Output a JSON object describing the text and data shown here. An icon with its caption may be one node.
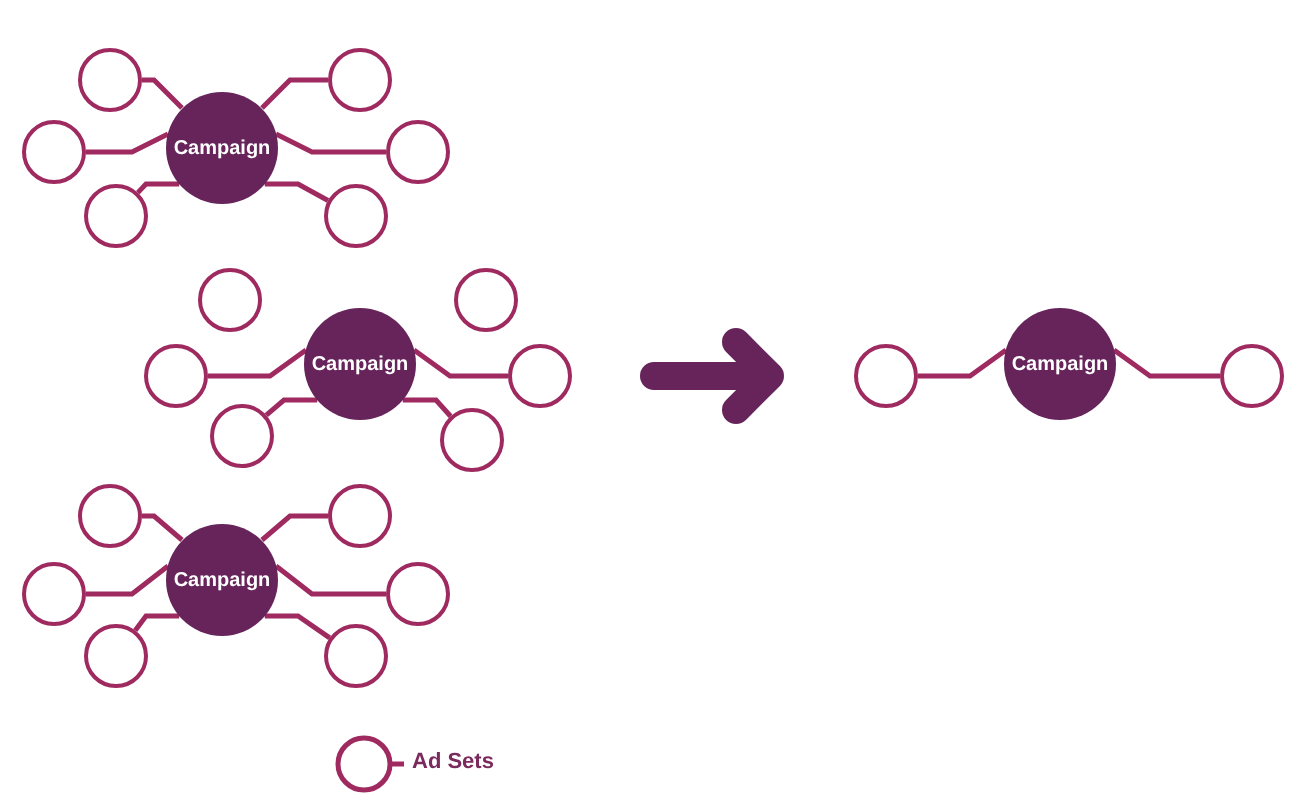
{
  "diagram": {
    "nodes": [
      {
        "text": [
          "Campaign"
        ]
      },
      {
        "text": [],
        "shape": "circle"
      },
      {
        "text": [],
        "shape": "circle"
      },
      {
        "text": [],
        "shape": "circle"
      },
      {
        "text": [],
        "shape": "circle"
      },
      {
        "text": [],
        "shape": "circle"
      },
      {
        "text": [],
        "shape": "circle"
      },
      {
        "text": [
          "Campaign"
        ]
      },
      {
        "text": [],
        "shape": "circle"
      },
      {
        "text": [],
        "shape": "circle"
      },
      {
        "text": [],
        "shape": "circle"
      },
      {
        "text": [],
        "shape": "circle"
      },
      {
        "text": [],
        "shape": "circle"
      },
      {
        "text": [],
        "shape": "circle"
      },
      {
        "text": [
          "Campaign"
        ]
      },
      {
        "text": [],
        "shape": "circle"
      },
      {
        "text": [],
        "shape": "circle"
      },
      {
        "text": [],
        "shape": "circle"
      },
      {
        "text": [],
        "shape": "circle"
      },
      {
        "text": [],
        "shape": "circle"
      },
      {
        "text": [],
        "shape": "circle"
      },
      {
        "text": [
          "Campaign"
        ]
      },
      {
        "text": [],
        "shape": "circle"
      },
      {
        "text": [],
        "shape": "circle"
      }
    ],
    "edges": [
      {
        "from": 0,
        "to": 1,
        "arrow": "none"
      },
      {
        "from": 0,
        "to": 2,
        "arrow": "none"
      },
      {
        "from": 0,
        "to": 3,
        "arrow": "none"
      },
      {
        "from": 0,
        "to": 4,
        "arrow": "none"
      },
      {
        "from": 0,
        "to": 5,
        "arrow": "none"
      },
      {
        "from": 0,
        "to": 6,
        "arrow": "none"
      },
      {
        "from": 7,
        "to": 9,
        "arrow": "none"
      },
      {
        "from": 7,
        "to": 10,
        "arrow": "none"
      },
      {
        "from": 7,
        "to": 12,
        "arrow": "none"
      },
      {
        "from": 7,
        "to": 13,
        "arrow": "none"
      },
      {
        "from": 14,
        "to": 15,
        "arrow": "none"
      },
      {
        "from": 14,
        "to": 16,
        "arrow": "none"
      },
      {
        "from": 14,
        "to": 17,
        "arrow": "none"
      },
      {
        "from": 14,
        "to": 18,
        "arrow": "none"
      },
      {
        "from": 14,
        "to": 19,
        "arrow": "none"
      },
      {
        "from": 14,
        "to": 20,
        "arrow": "none"
      },
      {
        "from": 21,
        "to": 22,
        "arrow": "none"
      },
      {
        "from": 21,
        "to": 23,
        "arrow": "none"
      }
    ],
    "legend": [
      {
        "text": "Ad Sets"
      }
    ]
  }
}
